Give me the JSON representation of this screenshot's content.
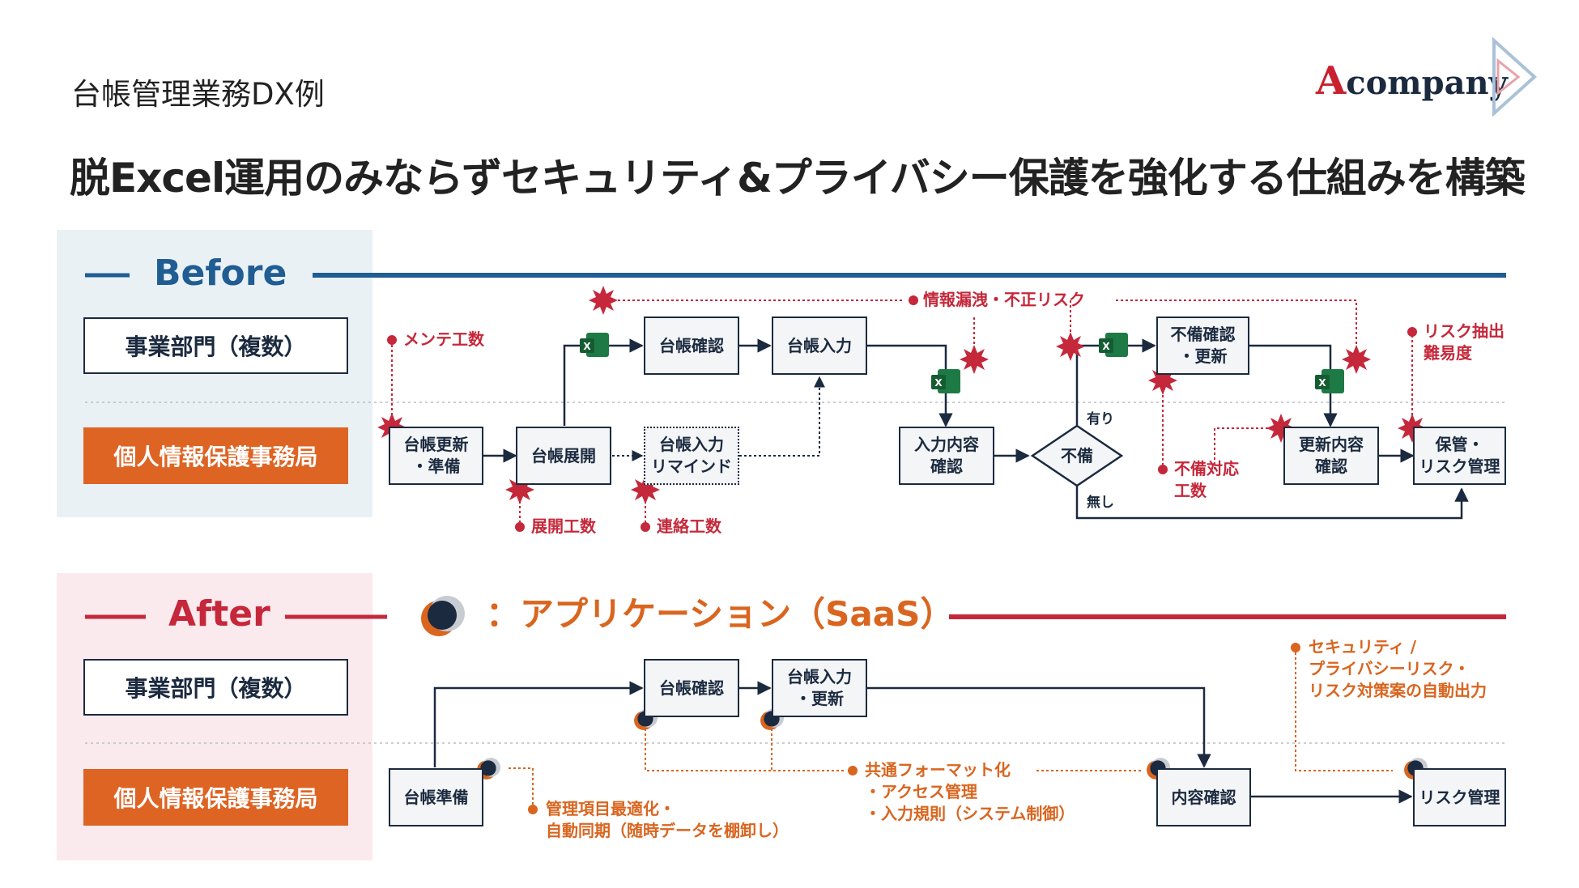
{
  "subtitle": "台帳管理業務DX例",
  "headline": "脱Excel運用のみならずセキュリティ&プライバシー保護を強化する仕組みを構築",
  "logo": {
    "mark": "A",
    "text": "company"
  },
  "colors": {
    "navy": "#1b2a3f",
    "blue": "#1f5d93",
    "red": "#c5283a",
    "orange": "#de6424"
  },
  "before": {
    "label": "Before",
    "lanes": [
      "事業部門（複数）",
      "個人情報保護事務局"
    ],
    "steps": {
      "daicho_koshin": "台帳更新\n・準備",
      "daicho_tenkai": "台帳展開",
      "daicho_kakunin": "台帳確認",
      "daicho_nyuryoku": "台帳入力",
      "remind": "台帳入力\nリマインド",
      "nyuryoku_kakunin": "入力内容\n確認",
      "fubi": "不備",
      "fubi_kakunin": "不備確認\n・更新",
      "koshin_kakunin": "更新内容\n確認",
      "hokan": "保管・\nリスク管理"
    },
    "branch": {
      "yes": "有り",
      "no": "無し"
    },
    "notes": {
      "mente": "メンテ工数",
      "tenkai": "展開工数",
      "renraku": "連絡工数",
      "roei": "情報漏洩・不正リスク",
      "fubi_taio": "不備対応\n工数",
      "risk_chushutsu": "リスク抽出\n難易度"
    }
  },
  "after": {
    "label": "After",
    "saas_label": "：アプリケーション（SaaS）",
    "lanes": [
      "事業部門（複数）",
      "個人情報保護事務局"
    ],
    "steps": {
      "daicho_junbi": "台帳準備",
      "daicho_kakunin": "台帳確認",
      "daicho_nyuryoku": "台帳入力\n・更新",
      "naiyo_kakunin": "内容確認",
      "risk_kanri": "リスク管理"
    },
    "notes": {
      "kanri": "管理項目最適化・\n自動同期（随時データを棚卸し）",
      "kyotsu": "共通フォーマット化\n・アクセス管理\n・入力規則（システム制御）",
      "security": "セキュリティ /\nプライバシーリスク・\nリスク対策案の自動出力"
    }
  }
}
